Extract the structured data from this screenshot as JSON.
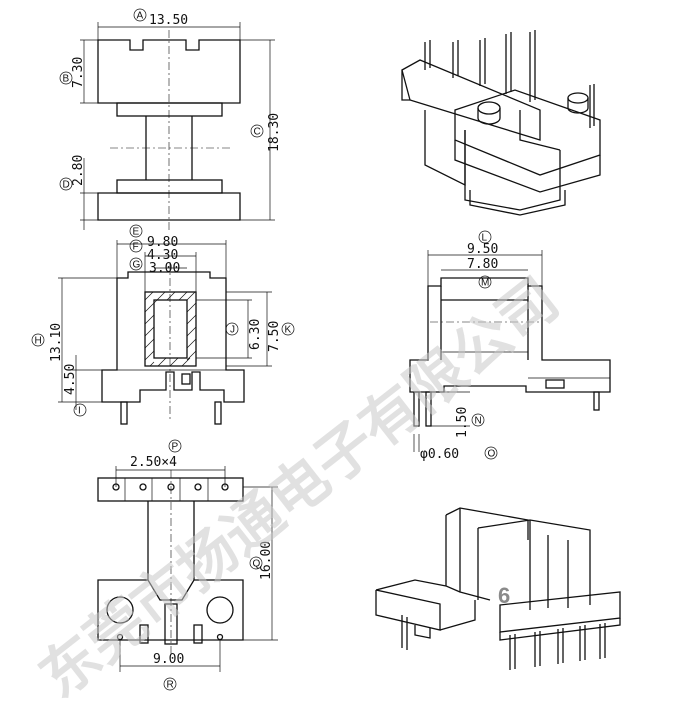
{
  "watermark": "东莞市扬通电子有限公司",
  "page_number": "6",
  "dimensions": [
    {
      "id": "A",
      "value": "13.50"
    },
    {
      "id": "B",
      "value": "7.30"
    },
    {
      "id": "C",
      "value": "18.30"
    },
    {
      "id": "D",
      "value": "2.80"
    },
    {
      "id": "E",
      "value": "9.80"
    },
    {
      "id": "F",
      "value": "4.30"
    },
    {
      "id": "G",
      "value": "3.00"
    },
    {
      "id": "H",
      "value": "13.10"
    },
    {
      "id": "I",
      "value": "4.50"
    },
    {
      "id": "J",
      "value": "6.30"
    },
    {
      "id": "K",
      "value": "7.50"
    },
    {
      "id": "L",
      "value": "9.50"
    },
    {
      "id": "M",
      "value": "7.80"
    },
    {
      "id": "N",
      "value": "1.50"
    },
    {
      "id": "O",
      "value": "φ0.60"
    },
    {
      "id": "P",
      "value": "2.50×4"
    },
    {
      "id": "Q",
      "value": "16.00"
    },
    {
      "id": "R",
      "value": "9.00"
    }
  ]
}
